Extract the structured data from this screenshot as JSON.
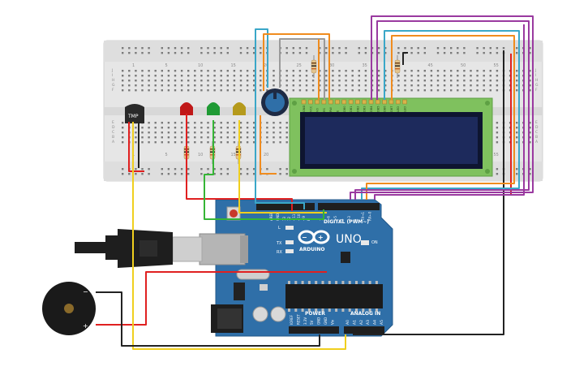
{
  "breadboard": {
    "col_numbers": [
      "1",
      "5",
      "10",
      "15",
      "20",
      "25",
      "30",
      "35",
      "40",
      "45",
      "50",
      "55"
    ],
    "row_letters_top": [
      "J",
      "I",
      "H",
      "G",
      "F"
    ],
    "row_letters_bottom": [
      "E",
      "D",
      "C",
      "B",
      "A"
    ]
  },
  "sensor": {
    "label": "TMP"
  },
  "lcd": {
    "pin_labels": [
      "GND",
      "VCC",
      "V0",
      "RS",
      "RW",
      "E",
      "DB0",
      "DB1",
      "DB2",
      "DB3",
      "DB4",
      "DB5",
      "DB6",
      "DB7",
      "LED",
      "LED"
    ]
  },
  "arduino": {
    "brand": "ARDUINO",
    "model": "UNO",
    "on_label": "ON",
    "tx_label": "TX",
    "rx_label": "RX",
    "l_label": "L",
    "digital_label": "DIGITAL (PWM~)",
    "aref_label": "AREF",
    "gnd_label": "GND",
    "digital_pins": [
      "13",
      "12",
      "~11",
      "~10",
      "~9",
      "8",
      "7",
      "~6",
      "~5",
      "4",
      "~3",
      "2",
      "TX→1",
      "RX←0"
    ],
    "power_label": "POWER",
    "analog_label": "ANALOG IN",
    "power_pins": [
      "IOREF",
      "RESET",
      "3.3V",
      "5V",
      "GND",
      "GND",
      "Vin"
    ],
    "analog_pins": [
      "A0",
      "A1",
      "A2",
      "A3",
      "A4",
      "A5"
    ]
  },
  "buzzer": {
    "minus_label": "−",
    "plus_label": "+"
  },
  "colors": {
    "breadboard": "#e6e6e6",
    "arduino": "#2f6fa8",
    "lcd_frame": "#7fc15e",
    "lcd_screen": "#1d2a5c",
    "wire_red": "#e02020",
    "wire_black": "#222222",
    "wire_yellow": "#f0cf1e",
    "wire_green": "#35b535",
    "wire_orange": "#f08c1e",
    "wire_purple": "#9a3aa0",
    "wire_cyan": "#3aa7c8",
    "wire_gray": "#9a9a9a",
    "led_red": "#c01818",
    "led_green": "#1f9a34",
    "led_yellow": "#b59a1c"
  }
}
